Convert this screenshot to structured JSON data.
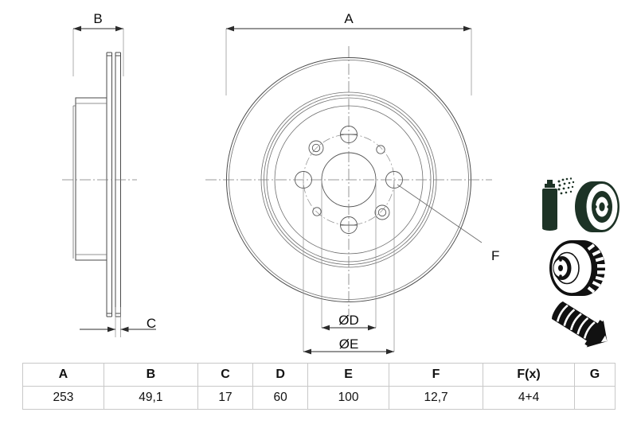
{
  "document": {
    "type": "technical-drawing",
    "subject": "brake-disc",
    "background_color": "#ffffff",
    "line_color": "#4a4a4a"
  },
  "dimensions": {
    "A": {
      "label": "A",
      "meaning": "outer diameter of disc"
    },
    "B": {
      "label": "B",
      "meaning": "overall height / total thickness"
    },
    "C": {
      "label": "C",
      "meaning": "brake disc thickness"
    },
    "D": {
      "label": "ØD",
      "meaning": "centre bore diameter"
    },
    "E": {
      "label": "ØE",
      "meaning": "bolt hole circle diameter"
    },
    "F": {
      "label": "F",
      "meaning": "bolt hole diameter"
    }
  },
  "table": {
    "headers": [
      "A",
      "B",
      "C",
      "D",
      "E",
      "F",
      "F(x)",
      "G"
    ],
    "values": [
      "253",
      "49,1",
      "17",
      "60",
      "100",
      "12,7",
      "4+4",
      ""
    ]
  },
  "icons": {
    "spray_disc": {
      "name": "spray-can-and-disc-icon",
      "color": "#1d3326",
      "description": "aerosol spray can beside a brake disc - corrosion protection coating"
    },
    "vented_disc": {
      "name": "ventilated-disc-icon",
      "color": "#111111",
      "description": "internally ventilated brake disc shown in perspective"
    },
    "screw": {
      "name": "countersunk-screw-icon",
      "color": "#111111",
      "description": "countersunk retaining screw included"
    }
  },
  "colors": {
    "accent_green": "#1d3326",
    "ink": "#111111",
    "line": "#4a4a4a",
    "table_border": "#c8c8c8"
  }
}
